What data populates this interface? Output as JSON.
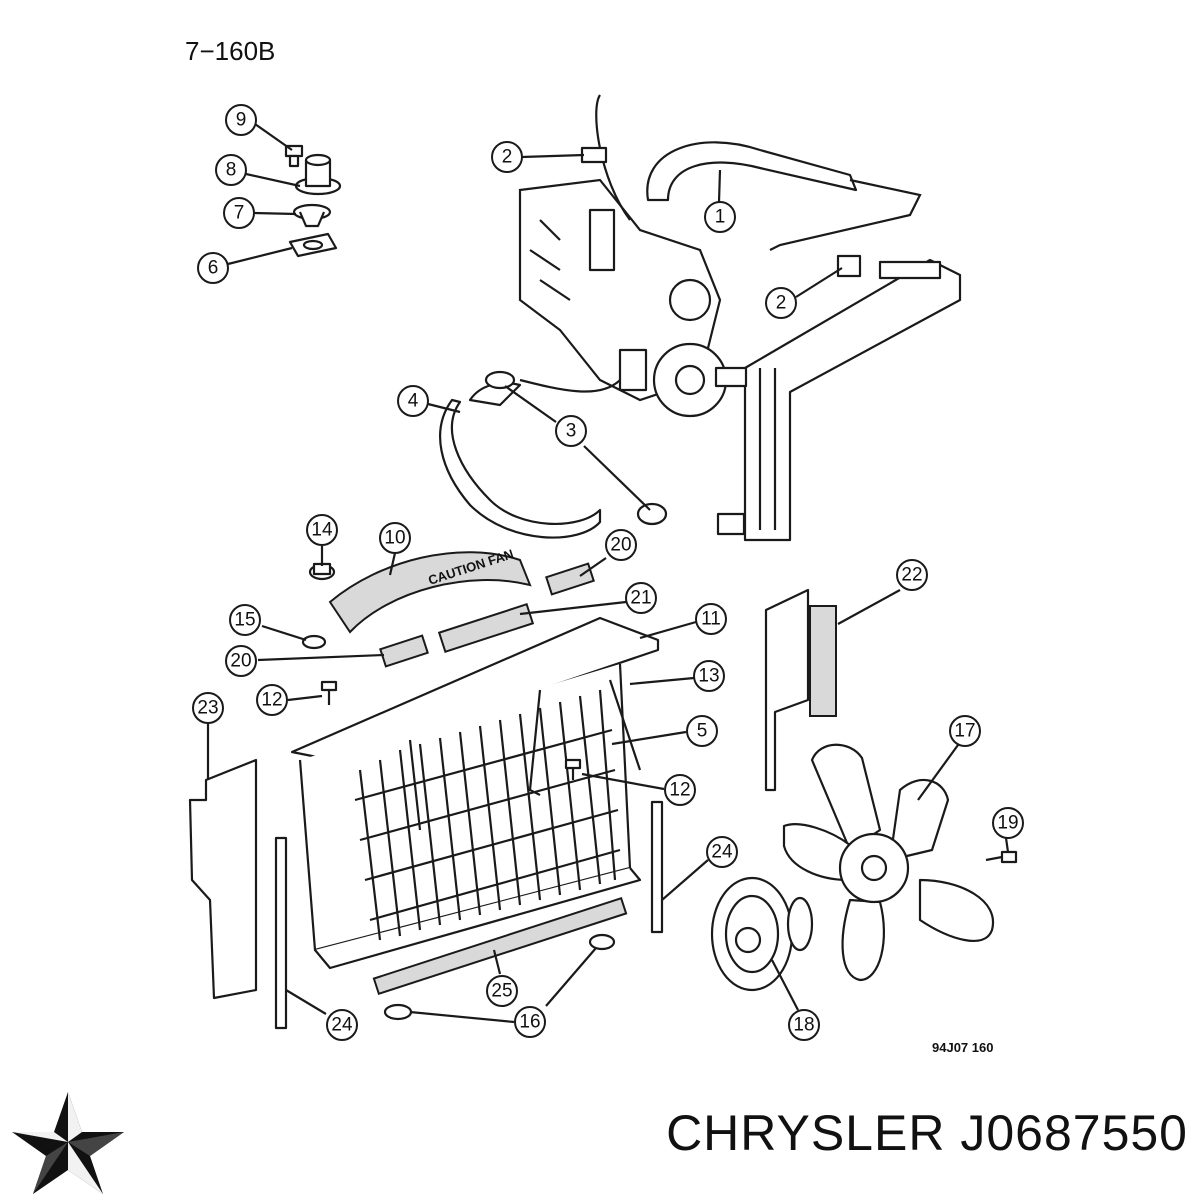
{
  "diagram": {
    "drawing_code": "7−160B",
    "figure_code": "94J07  160",
    "caution_label": "CAUTION FAN",
    "callouts": [
      {
        "id": "c9",
        "label": "9"
      },
      {
        "id": "c8",
        "label": "8"
      },
      {
        "id": "c7",
        "label": "7"
      },
      {
        "id": "c6",
        "label": "6"
      },
      {
        "id": "c2a",
        "label": "2"
      },
      {
        "id": "c1",
        "label": "1"
      },
      {
        "id": "c2b",
        "label": "2"
      },
      {
        "id": "c4",
        "label": "4"
      },
      {
        "id": "c3",
        "label": "3"
      },
      {
        "id": "c14",
        "label": "14"
      },
      {
        "id": "c10",
        "label": "10"
      },
      {
        "id": "c20a",
        "label": "20"
      },
      {
        "id": "c21",
        "label": "21"
      },
      {
        "id": "c15",
        "label": "15"
      },
      {
        "id": "c20b",
        "label": "20"
      },
      {
        "id": "c11",
        "label": "11"
      },
      {
        "id": "c22",
        "label": "22"
      },
      {
        "id": "c13",
        "label": "13"
      },
      {
        "id": "c12a",
        "label": "12"
      },
      {
        "id": "c23",
        "label": "23"
      },
      {
        "id": "c5",
        "label": "5"
      },
      {
        "id": "c12b",
        "label": "12"
      },
      {
        "id": "c17",
        "label": "17"
      },
      {
        "id": "c19",
        "label": "19"
      },
      {
        "id": "c24a",
        "label": "24"
      },
      {
        "id": "c25",
        "label": "25"
      },
      {
        "id": "c16",
        "label": "16"
      },
      {
        "id": "c24b",
        "label": "24"
      },
      {
        "id": "c18",
        "label": "18"
      }
    ]
  },
  "brand": {
    "label": "CHRYSLER J0687550",
    "logo_icon": "chrysler-pentastar-icon"
  }
}
